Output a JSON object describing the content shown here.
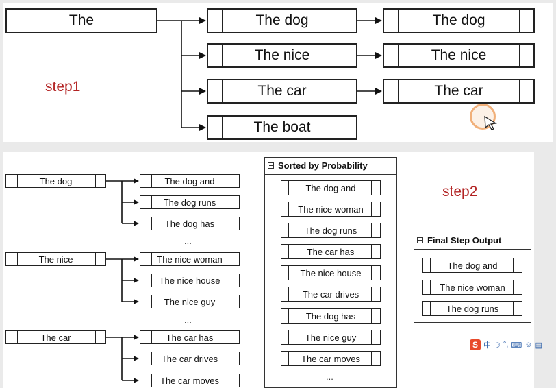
{
  "step1": {
    "label": "step1",
    "root": "The",
    "level1": [
      "The dog",
      "The nice",
      "The car",
      "The boat"
    ],
    "level2": [
      "The dog",
      "The nice",
      "The car"
    ]
  },
  "step2": {
    "label": "step2",
    "groups": [
      {
        "parent": "The dog",
        "children": [
          "The dog and",
          "The dog runs",
          "The dog has"
        ]
      },
      {
        "parent": "The nice",
        "children": [
          "The nice woman",
          "The nice house",
          "The nice guy"
        ]
      },
      {
        "parent": "The car",
        "children": [
          "The car has",
          "The car drives",
          "The car moves"
        ]
      }
    ],
    "ellipsis": "...",
    "sorted": {
      "title": "Sorted by Probability",
      "items": [
        "The dog and",
        "The nice woman",
        "The dog runs",
        "The car has",
        "The nice house",
        "The car drives",
        "The dog has",
        "The nice guy",
        "The car moves"
      ],
      "ellipsis": "..."
    },
    "final": {
      "title": "Final Step Output",
      "items": [
        "The dog and",
        "The nice woman",
        "The dog runs"
      ]
    }
  },
  "ime": {
    "logo": "S",
    "lang": "中"
  }
}
